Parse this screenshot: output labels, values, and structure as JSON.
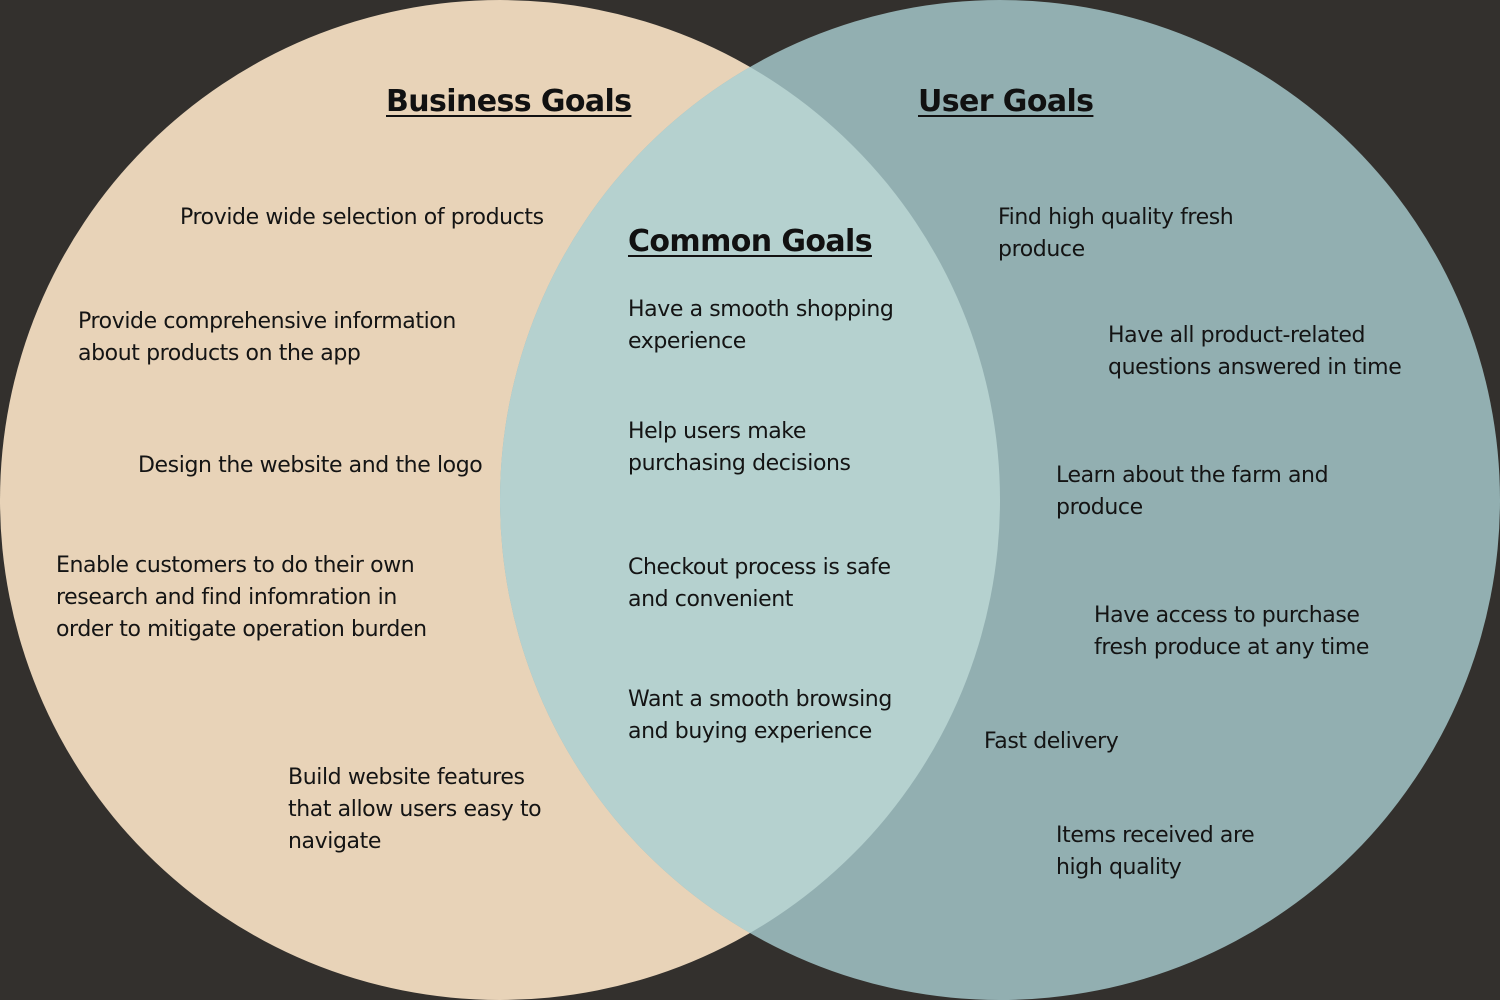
{
  "colors": {
    "background": "#33302d",
    "business_circle": "#e8d3b8",
    "user_circle": "#92afb1",
    "overlap": "#b5d1cf",
    "text": "#141414"
  },
  "business": {
    "heading": "Business Goals",
    "items": [
      "Provide wide selection of products",
      "Provide comprehensive information about products on the app",
      "Design the website and the logo",
      "Enable customers to do their own research and find infomration in order to mitigate operation burden",
      "Build website features that allow users easy to navigate"
    ]
  },
  "common": {
    "heading": "Common Goals",
    "items": [
      "Have a smooth shopping experience",
      "Help users make purchasing decisions",
      "Checkout process is safe and convenient",
      "Want a smooth browsing and buying experience"
    ]
  },
  "user": {
    "heading": "User Goals",
    "items": [
      "Find high quality fresh produce",
      "Have all product-related questions answered in time",
      "Learn about the farm and produce",
      "Have access to purchase fresh produce at any time",
      "Fast delivery",
      "Items received are high quality"
    ]
  }
}
